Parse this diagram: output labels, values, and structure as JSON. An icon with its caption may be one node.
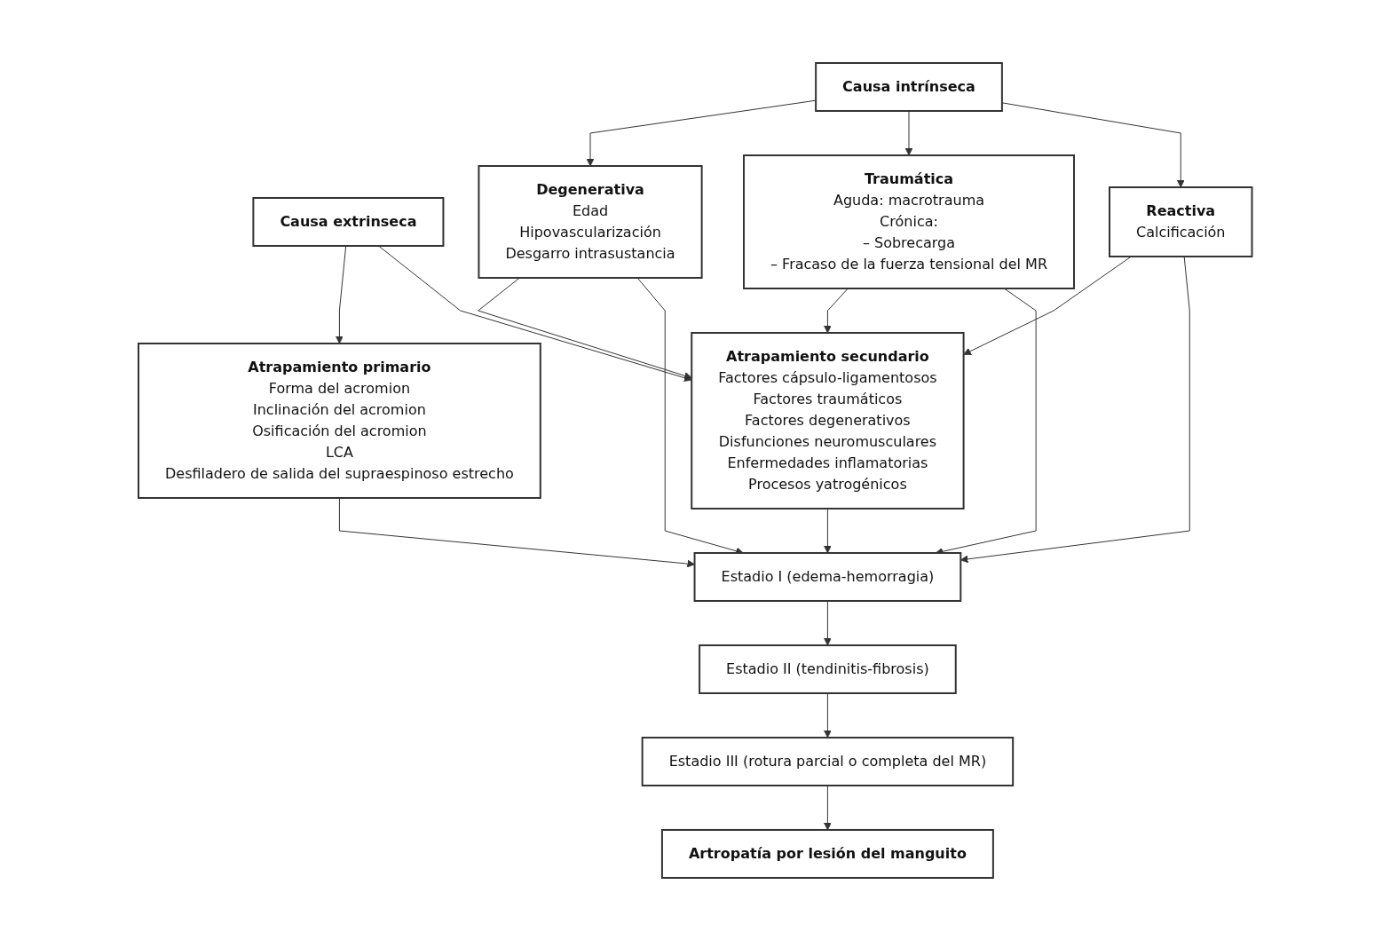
{
  "diagram": {
    "nodes": [
      {
        "text": [
          "Causa extrinseca"
        ]
      },
      {
        "text": [
          "Causa intrínseca"
        ]
      },
      {
        "text": [
          "Degenerativa",
          "Edad",
          "Hipovascularización",
          "Desgarro intrasustancia"
        ]
      },
      {
        "text": [
          "Traumática",
          "Aguda: macrotrauma",
          "Crónica:",
          "– Sobrecarga",
          "– Fracaso de la fuerza tensional del MR"
        ]
      },
      {
        "text": [
          "Reactiva",
          "Calcificación"
        ]
      },
      {
        "text": [
          "Atrapamiento primario",
          "Forma del acromion",
          "Inclinación del acromion",
          "Osificación del acromion",
          "LCA",
          "Desfiladero de salida del supraespinoso estrecho"
        ]
      },
      {
        "text": [
          "Atrapamiento secundario",
          "Factores cápsulo-ligamentosos",
          "Factores traumáticos",
          "Factores degenerativos",
          "Disfunciones neuromusculares",
          "Enfermedades inflamatorias",
          "Procesos yatrogénicos"
        ]
      },
      {
        "text": [
          "Estadio I (edema-hemorragia)"
        ]
      },
      {
        "text": [
          "Estadio II (tendinitis-fibrosis)"
        ]
      },
      {
        "text": [
          "Estadio III (rotura parcial o completa del MR)"
        ]
      },
      {
        "text": [
          "Artropatía por lesión del manguito"
        ]
      }
    ],
    "edges": [
      {
        "from": 0,
        "to": 5,
        "arrow": "to"
      },
      {
        "from": 0,
        "to": 6,
        "arrow": "to"
      },
      {
        "from": 1,
        "to": 2,
        "arrow": "to"
      },
      {
        "from": 1,
        "to": 3,
        "arrow": "to"
      },
      {
        "from": 1,
        "to": 4,
        "arrow": "to"
      },
      {
        "from": 2,
        "to": 6,
        "arrow": "to"
      },
      {
        "from": 3,
        "to": 6,
        "arrow": "to"
      },
      {
        "from": 4,
        "to": 6,
        "arrow": "to"
      },
      {
        "from": 2,
        "to": 7,
        "arrow": "to"
      },
      {
        "from": 3,
        "to": 7,
        "arrow": "to"
      },
      {
        "from": 4,
        "to": 7,
        "arrow": "to"
      },
      {
        "from": 6,
        "to": 7,
        "arrow": "to"
      },
      {
        "from": 5,
        "to": 7,
        "arrow": "to"
      },
      {
        "from": 7,
        "to": 8,
        "arrow": "to"
      },
      {
        "from": 8,
        "to": 9,
        "arrow": "to"
      },
      {
        "from": 9,
        "to": 10,
        "arrow": "to"
      }
    ]
  }
}
